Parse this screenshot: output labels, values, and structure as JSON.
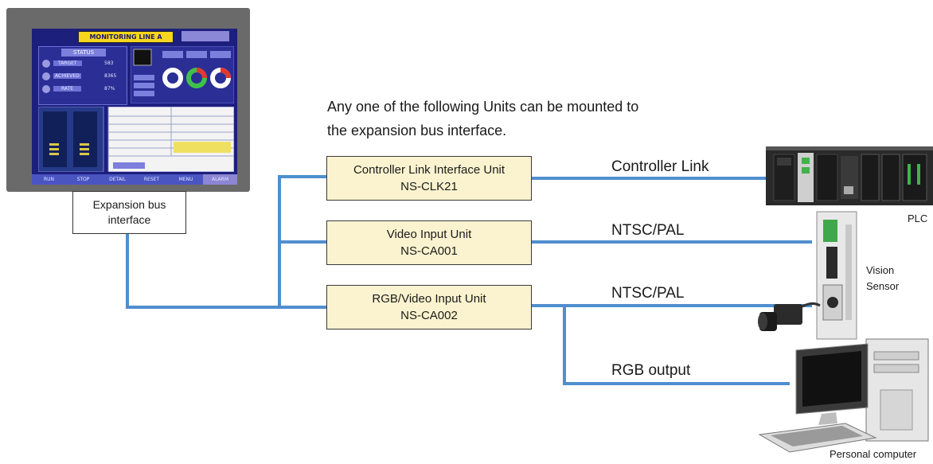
{
  "intro": {
    "line1": "Any one of the following Units can be mounted to",
    "line2": "the expansion bus interface."
  },
  "expansion_bus": {
    "line1": "Expansion bus",
    "line2": "interface"
  },
  "units": [
    {
      "name": "Controller Link Interface Unit",
      "model": "NS-CLK21"
    },
    {
      "name": "Video Input Unit",
      "model": "NS-CA001"
    },
    {
      "name": "RGB/Video Input Unit",
      "model": "NS-CA002"
    }
  ],
  "connections": {
    "controller_link": "Controller Link",
    "ntsc_pal_1": "NTSC/PAL",
    "ntsc_pal_2": "NTSC/PAL",
    "rgb_output": "RGB output"
  },
  "devices": {
    "plc": "PLC",
    "vision_sensor_1": "Vision",
    "vision_sensor_2": "Sensor",
    "personal_computer": "Personal computer"
  },
  "panel_screen": {
    "title": "MONITORING LINE A",
    "status": "STATUS",
    "rows": [
      {
        "label": "TARGET",
        "value": "583"
      },
      {
        "label": "ACHIEVED",
        "value": "8365"
      },
      {
        "label": "RATE",
        "value": "87%"
      }
    ],
    "buttons": [
      "RUN",
      "STOP",
      "DETAIL",
      "RESET",
      "MENU",
      "ALARM"
    ]
  },
  "colors": {
    "wire": "#4f8fcf",
    "unit_fill": "#fbf3cf",
    "screen": "#1d1f7c"
  }
}
